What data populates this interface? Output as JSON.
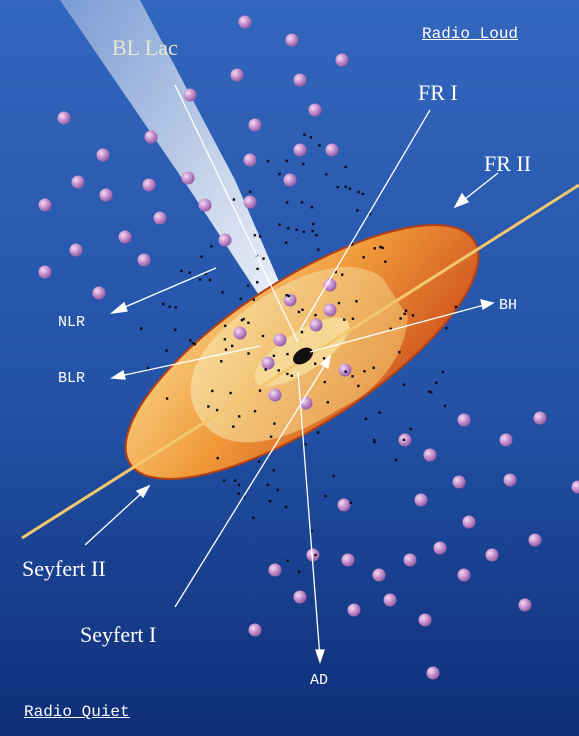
{
  "labels": {
    "bl_lac": "BL Lac",
    "fr1": "FR I",
    "fr2": "FR II",
    "nlr": "NLR",
    "blr": "BLR",
    "bh": "BH",
    "seyfert2": "Seyfert II",
    "seyfert1": "Seyfert I",
    "ad": "AD"
  },
  "corners": {
    "radio_loud": "Radio Loud",
    "radio_quiet": "Radio Quiet"
  },
  "colors": {
    "background_top": "#2f63b8",
    "background_bottom": "#0f2f78",
    "torus_light": "#f6c36a",
    "torus_dark": "#d4541a",
    "jet_axis": "#f3c76d",
    "cloud": "#c98fd0",
    "pointer_line": "#ffffff"
  }
}
